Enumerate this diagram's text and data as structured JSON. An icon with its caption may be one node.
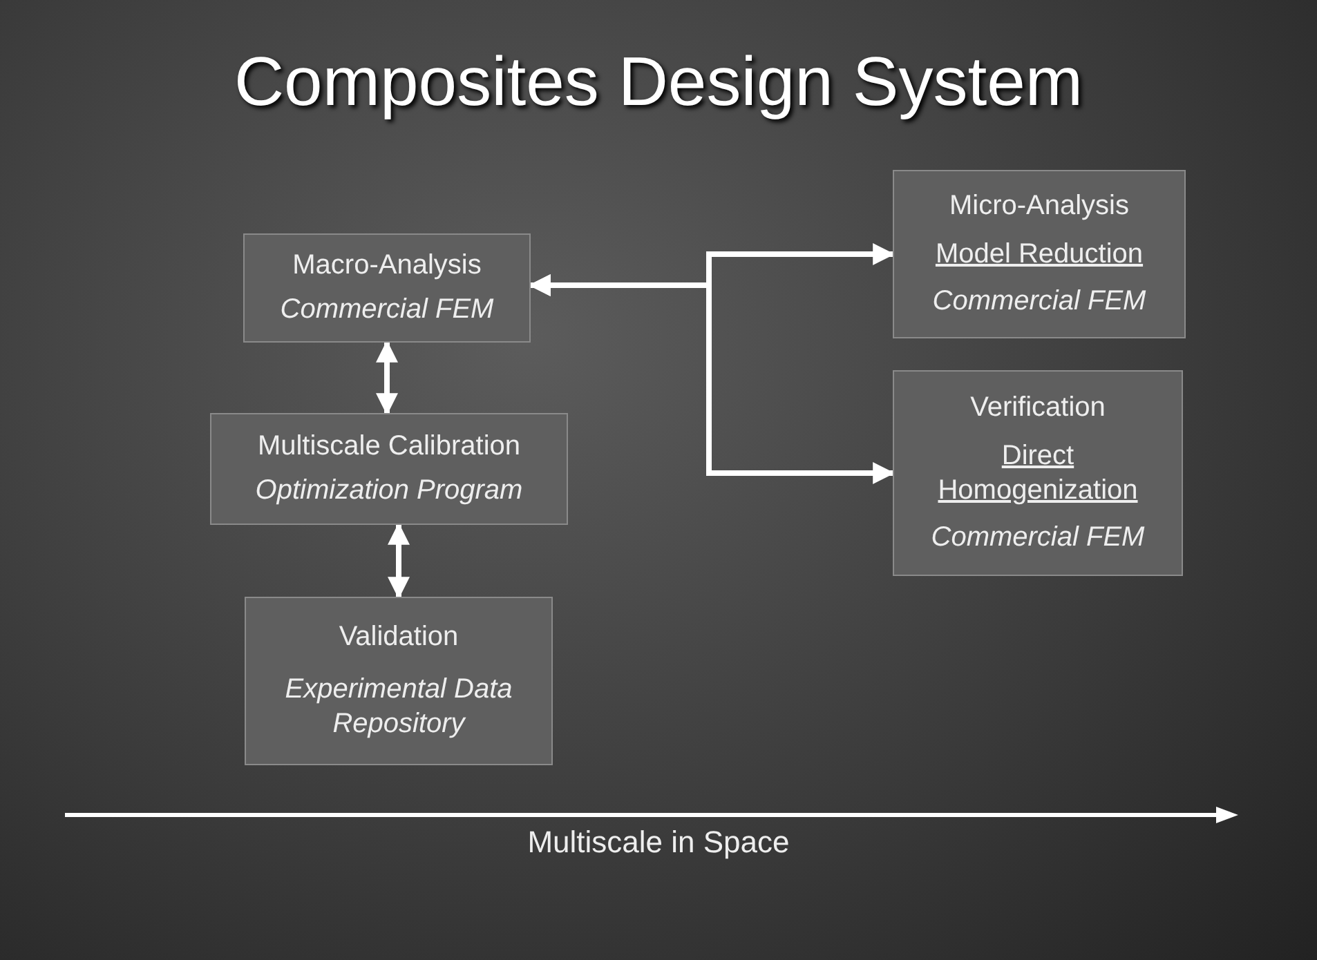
{
  "diagram": {
    "title": "Composites Design System",
    "nodes": [
      {
        "text": [
          "Macro-Analysis",
          "Commercial FEM"
        ]
      },
      {
        "text": [
          "Multiscale Calibration",
          "Optimization Program"
        ]
      },
      {
        "text": [
          "Validation",
          "Experimental Data Repository"
        ]
      },
      {
        "text": [
          "Micro-Analysis",
          "Model Reduction",
          "Commercial FEM"
        ]
      },
      {
        "text": [
          "Verification",
          "Direct Homogenization",
          "Commercial FEM"
        ]
      }
    ],
    "edges": [
      {
        "from": 0,
        "to": 1,
        "arrow": "both"
      },
      {
        "from": 1,
        "to": 2,
        "arrow": "both"
      },
      {
        "from": 0,
        "to": 3,
        "arrow": "both"
      },
      {
        "from": 0,
        "to": 4,
        "arrow": "both"
      }
    ],
    "labels": [
      "Multiscale in Space"
    ]
  }
}
